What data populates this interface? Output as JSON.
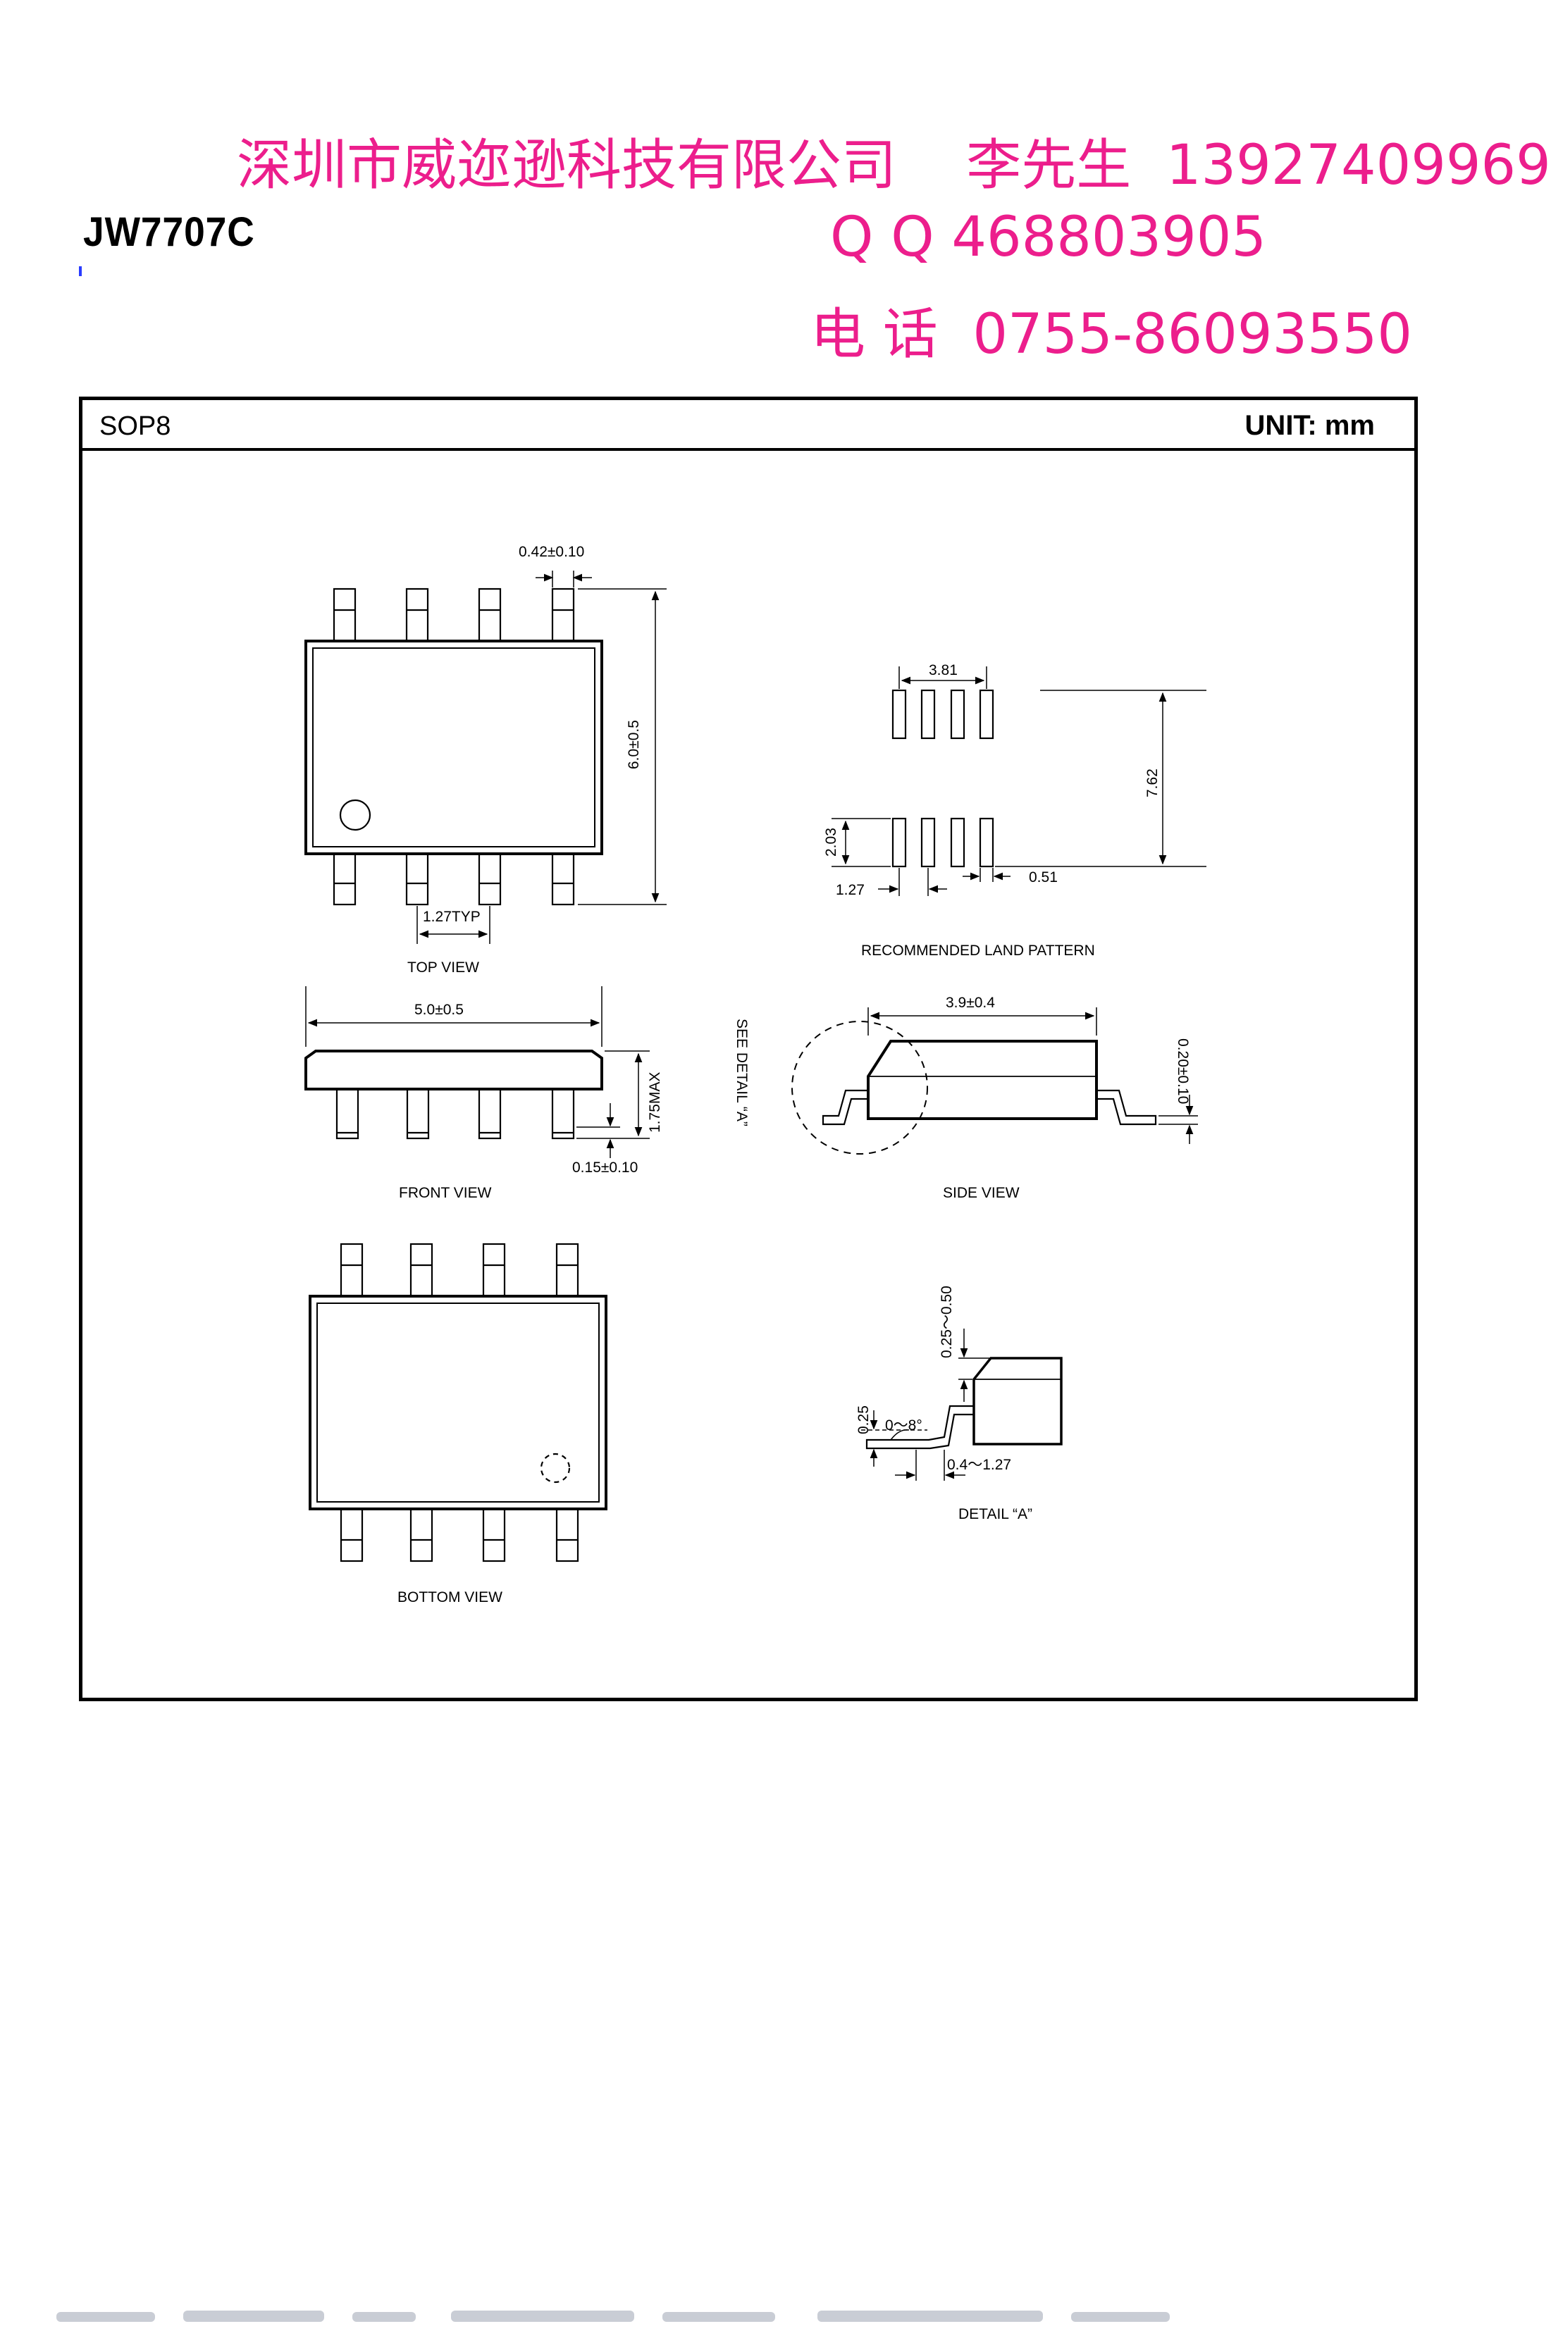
{
  "contact": {
    "company": "深圳市威迩逊科技有限公司",
    "person": "李先生",
    "mobile": "13927409969",
    "qq_label": "Q Q",
    "qq_number": "468803905",
    "phone_label": "电 话",
    "phone_number": "0755-86093550",
    "color": "#ec1e8c"
  },
  "part_number": "JW7707C",
  "frame": {
    "package": "SOP8",
    "unit": "UNIT: mm"
  },
  "views": {
    "top": "TOP VIEW",
    "land": "RECOMMENDED LAND PATTERN",
    "front": "FRONT VIEW",
    "side": "SIDE VIEW",
    "bottom": "BOTTOM  VIEW",
    "detail": "DETAIL “A”",
    "see_detail": "SEE DETAIL “A”"
  },
  "dimensions": {
    "lead_width": "0.42±0.10",
    "total_width": "6.0±0.5",
    "pitch": "1.27TYP",
    "land_span": "3.81",
    "land_row_distance": "7.62",
    "land_length": "2.03",
    "land_pitch": "1.27",
    "land_width": "0.51",
    "body_length": "5.0±0.5",
    "max_height": "1.75MAX",
    "standoff": "0.15±0.10",
    "body_width": "3.9±0.4",
    "lead_thickness": "0.20±0.10",
    "chamfer": "0.25～0.50",
    "gauge": "0.25",
    "angle": "0～8°",
    "foot_length": "0.4～1.27"
  }
}
